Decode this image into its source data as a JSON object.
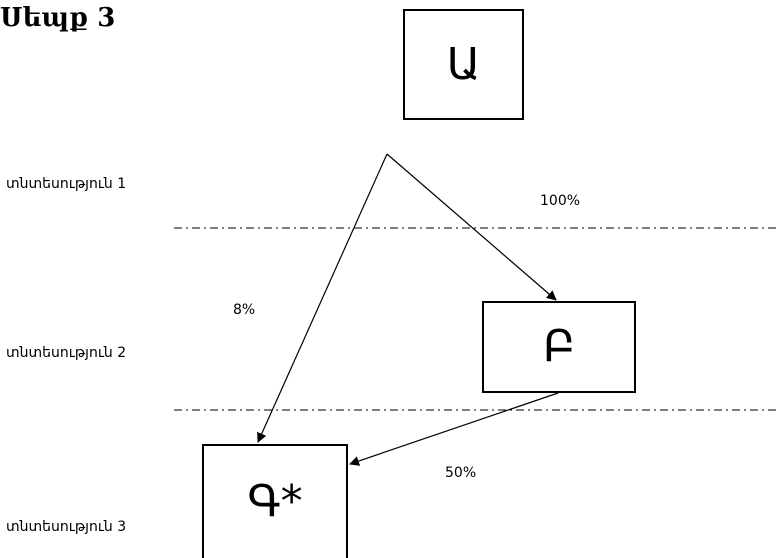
{
  "title": "Սեպք 3",
  "levels": [
    {
      "label": "տնտեսություն 1"
    },
    {
      "label": "տնտեսություն 2"
    },
    {
      "label": "տնտեսություն 3"
    }
  ],
  "nodes": {
    "a": {
      "label": "Ա"
    },
    "b": {
      "label": "Բ"
    },
    "c": {
      "label": "Գ*"
    }
  },
  "edges": {
    "a_to_b": {
      "label": "100%"
    },
    "a_to_c": {
      "label": "8%"
    },
    "b_to_c": {
      "label": "50%"
    }
  }
}
